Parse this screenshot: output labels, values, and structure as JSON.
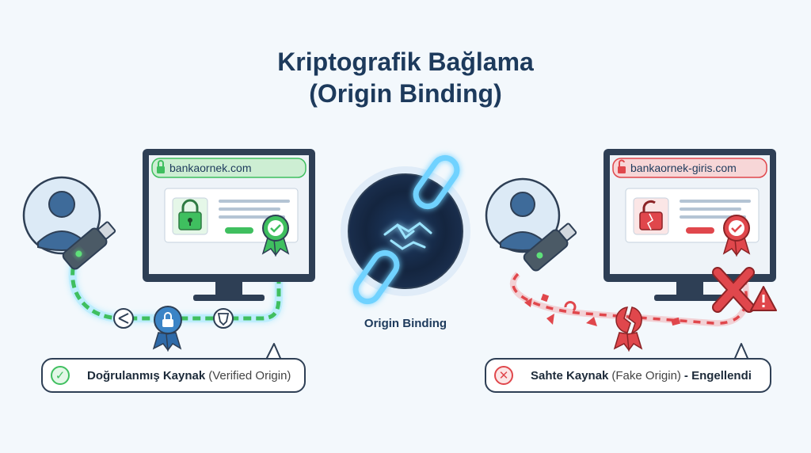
{
  "title_line1": "Kriptografik Bağlama",
  "title_line2": "(Origin Binding)",
  "center_label": "Origin Binding",
  "left": {
    "url": "bankaornek.com",
    "badge_strong": "Doğrulanmış Kaynak",
    "badge_paren": "(Verified Origin)",
    "status_icon": "check-icon",
    "color": "#3fbf5f"
  },
  "right": {
    "url": "bankaornek-giris.com",
    "badge_strong": "Sahte Kaynak",
    "badge_paren": "(Fake Origin)",
    "badge_suffix": "- Engellendi",
    "status_icon": "x-icon",
    "color": "#e0474c"
  }
}
